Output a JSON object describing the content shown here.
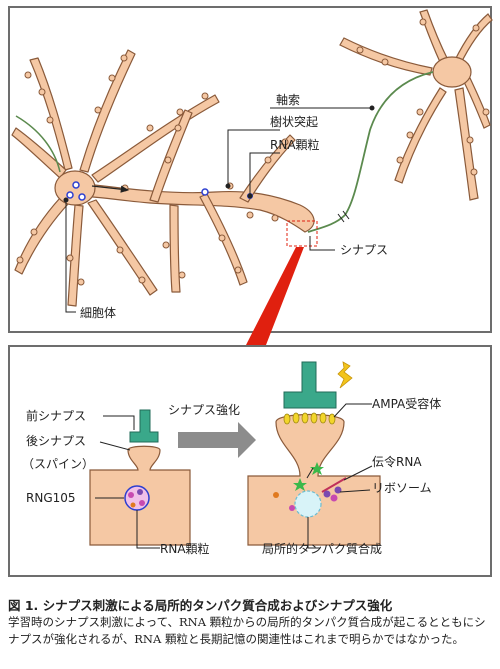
{
  "top_panel": {
    "labels": {
      "axon": "軸索",
      "dendrite": "樹状突起",
      "rna_granule": "RNA顆粒",
      "synapse": "シナプス",
      "cell_body": "細胞体"
    }
  },
  "bottom_panel": {
    "labels": {
      "presynapse": "前シナプス",
      "postsynapse": "後シナプス",
      "spine": "（スパイン）",
      "rng105": "RNG105",
      "rna_granule": "RNA顆粒",
      "synapse_strengthening": "シナプス強化",
      "ampa_receptor": "AMPA受容体",
      "messenger_rna": "伝令RNA",
      "ribosome": "リボソーム",
      "local_protein_synthesis": "局所的タンパク質合成"
    }
  },
  "caption": {
    "title": "図 1. シナプス刺激による局所的タンパク質合成およびシナプス強化",
    "body": "学習時のシナプス刺激によって、RNA 顆粒からの局所的タンパク質合成が起こるとともにシナプスが強化されるが、RNA 顆粒と長期記憶の関連性はこれまで明らかではなかった。"
  },
  "colors": {
    "neuron_fill": "#f5c8a4",
    "neuron_stroke": "#8a5a3a",
    "axon": "#5b8a4e",
    "presynaptic": "#3aa88a",
    "receptor": "#f2d52b",
    "callout_arrow": "#e0200f"
  }
}
